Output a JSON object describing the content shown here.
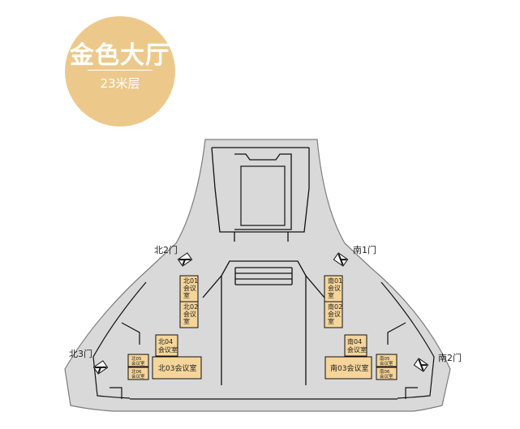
{
  "badge": {
    "title": "金色大厅",
    "subtitle": "23米层"
  },
  "colors": {
    "badge": "#ecc98b",
    "floor": "#d9d9d9",
    "room": "#f5d59a",
    "wall": "#000000"
  },
  "doors": {
    "north2": "北2门",
    "north3": "北3门",
    "south1": "南1门",
    "south2": "南2门"
  },
  "rooms": {
    "n01": [
      "北01",
      "会议",
      "室"
    ],
    "n02": [
      "北02",
      "会议",
      "室"
    ],
    "n04": [
      "北04",
      "会议室"
    ],
    "n03": "北03会议室",
    "n05": [
      "北05",
      "会议室"
    ],
    "n06": [
      "北06",
      "会议室"
    ],
    "s01": [
      "南01",
      "会议",
      "室"
    ],
    "s02": [
      "南02",
      "会议",
      "室"
    ],
    "s04": [
      "南04",
      "会议室"
    ],
    "s03": "南03会议室",
    "s05": [
      "南05",
      "会议室"
    ],
    "s06": [
      "南06",
      "会议室"
    ]
  }
}
